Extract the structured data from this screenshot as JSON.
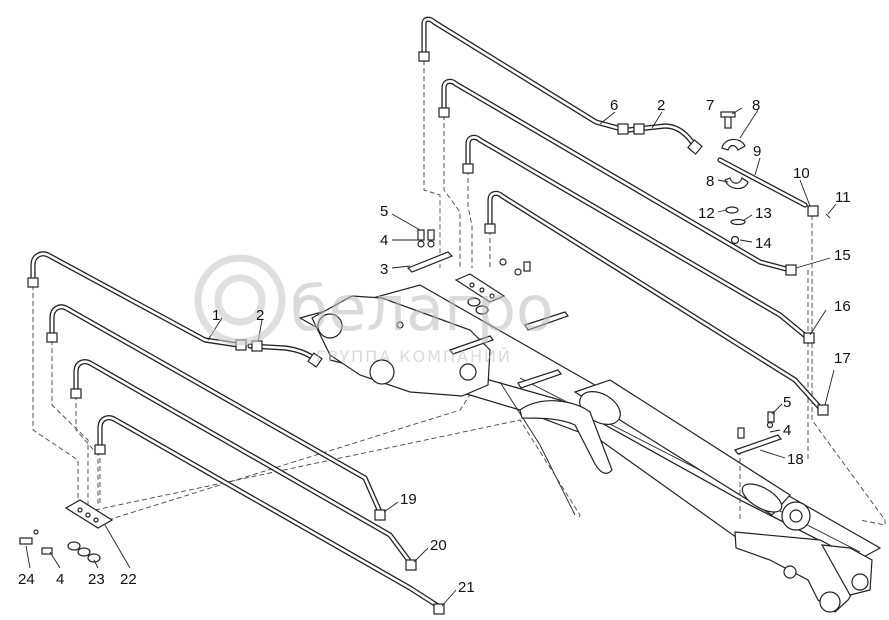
{
  "watermark": {
    "brand": "белагро",
    "tagline": "ГРУППА КОМПАНИЙ"
  },
  "callouts": {
    "c1": "1",
    "c2a": "2",
    "c2b": "2",
    "c3": "3",
    "c4a": "4",
    "c4b": "4",
    "c4c": "4",
    "c5a": "5",
    "c5b": "5",
    "c6": "6",
    "c7": "7",
    "c8a": "8",
    "c8b": "8",
    "c9": "9",
    "c10": "10",
    "c11": "11",
    "c12": "12",
    "c13": "13",
    "c14": "14",
    "c15": "15",
    "c16": "16",
    "c17": "17",
    "c18": "18",
    "c19": "19",
    "c20": "20",
    "c21": "21",
    "c22": "22",
    "c23": "23",
    "c24": "24"
  }
}
